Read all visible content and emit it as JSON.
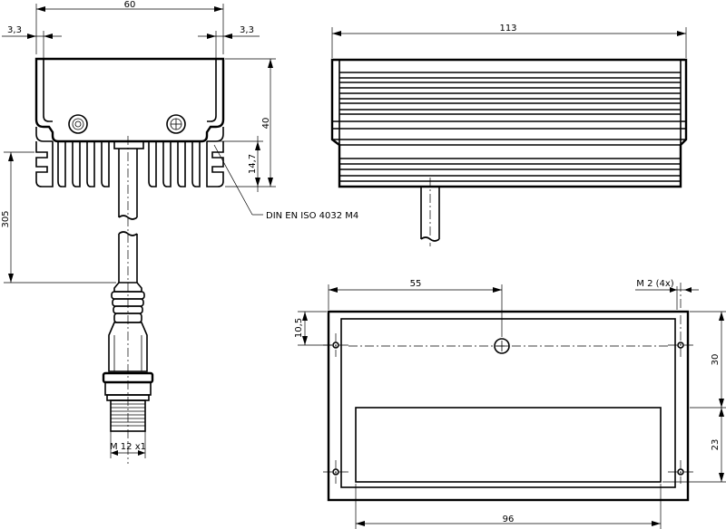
{
  "front_view": {
    "width": "60",
    "left_offset": "3,3",
    "right_offset": "3,3",
    "height": "40",
    "fin_height": "14,7",
    "cable_length": "305",
    "thread_note": "DIN EN ISO 4032 M4",
    "connector_thread": "M 12 x1"
  },
  "side_view": {
    "length": "113"
  },
  "bottom_view": {
    "hole_distance": "55",
    "screw_note": "M 2 (4x)",
    "edge_offset": "10,5",
    "depth": "30",
    "window_height": "23",
    "window_width": "96"
  }
}
